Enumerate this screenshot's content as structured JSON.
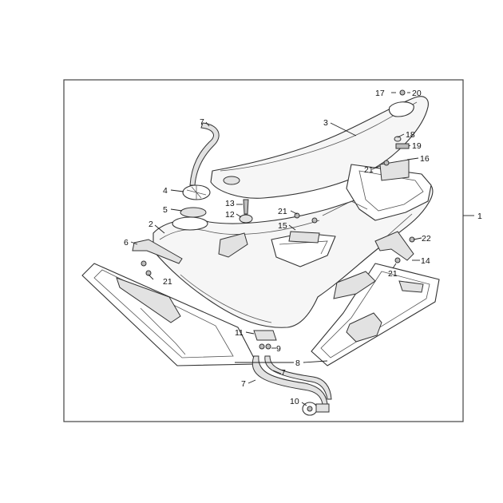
{
  "diagram": {
    "callouts": [
      {
        "id": "c1",
        "text": "1"
      },
      {
        "id": "c2",
        "text": "2"
      },
      {
        "id": "c3",
        "text": "3"
      },
      {
        "id": "c4",
        "text": "4"
      },
      {
        "id": "c5",
        "text": "5"
      },
      {
        "id": "c6",
        "text": "6"
      },
      {
        "id": "c7a",
        "text": "7"
      },
      {
        "id": "c7b",
        "text": "7"
      },
      {
        "id": "c7c",
        "text": "7"
      },
      {
        "id": "c8",
        "text": "8"
      },
      {
        "id": "c9",
        "text": "9"
      },
      {
        "id": "c10",
        "text": "10"
      },
      {
        "id": "c11",
        "text": "11"
      },
      {
        "id": "c12",
        "text": "12"
      },
      {
        "id": "c13",
        "text": "13"
      },
      {
        "id": "c14",
        "text": "14"
      },
      {
        "id": "c15",
        "text": "15"
      },
      {
        "id": "c16",
        "text": "16"
      },
      {
        "id": "c17",
        "text": "17"
      },
      {
        "id": "c18",
        "text": "18"
      },
      {
        "id": "c19",
        "text": "19"
      },
      {
        "id": "c20",
        "text": "20"
      },
      {
        "id": "c21a",
        "text": "21"
      },
      {
        "id": "c21b",
        "text": "21"
      },
      {
        "id": "c21c",
        "text": "21"
      },
      {
        "id": "c21d",
        "text": "21"
      },
      {
        "id": "c22",
        "text": "22"
      }
    ]
  }
}
